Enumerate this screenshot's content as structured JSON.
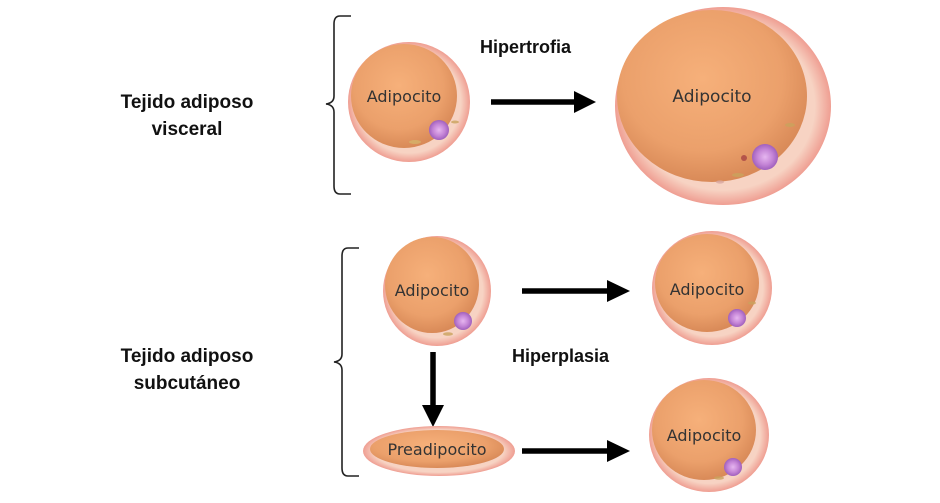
{
  "groups": {
    "visceral": {
      "label_line1": "Tejido adiposo",
      "label_line2": "visceral"
    },
    "subcutaneo": {
      "label_line1": "Tejido adiposo",
      "label_line2": "subcutáneo"
    }
  },
  "processes": {
    "hipertrofia": "Hipertrofia",
    "hiperplasia": "Hiperplasia"
  },
  "cells": {
    "visceral_small": "Adipocito",
    "visceral_large": "Adipocito",
    "sub_top_left": "Adipocito",
    "sub_top_right": "Adipocito",
    "sub_preadipocyte": "Preadipocito",
    "sub_bottom_right": "Adipocito"
  },
  "colors": {
    "cell_fill": "#f0a66e",
    "cell_membrane": "#f5c6b4",
    "nucleus": "#c98ad6",
    "arrow": "#000000"
  }
}
